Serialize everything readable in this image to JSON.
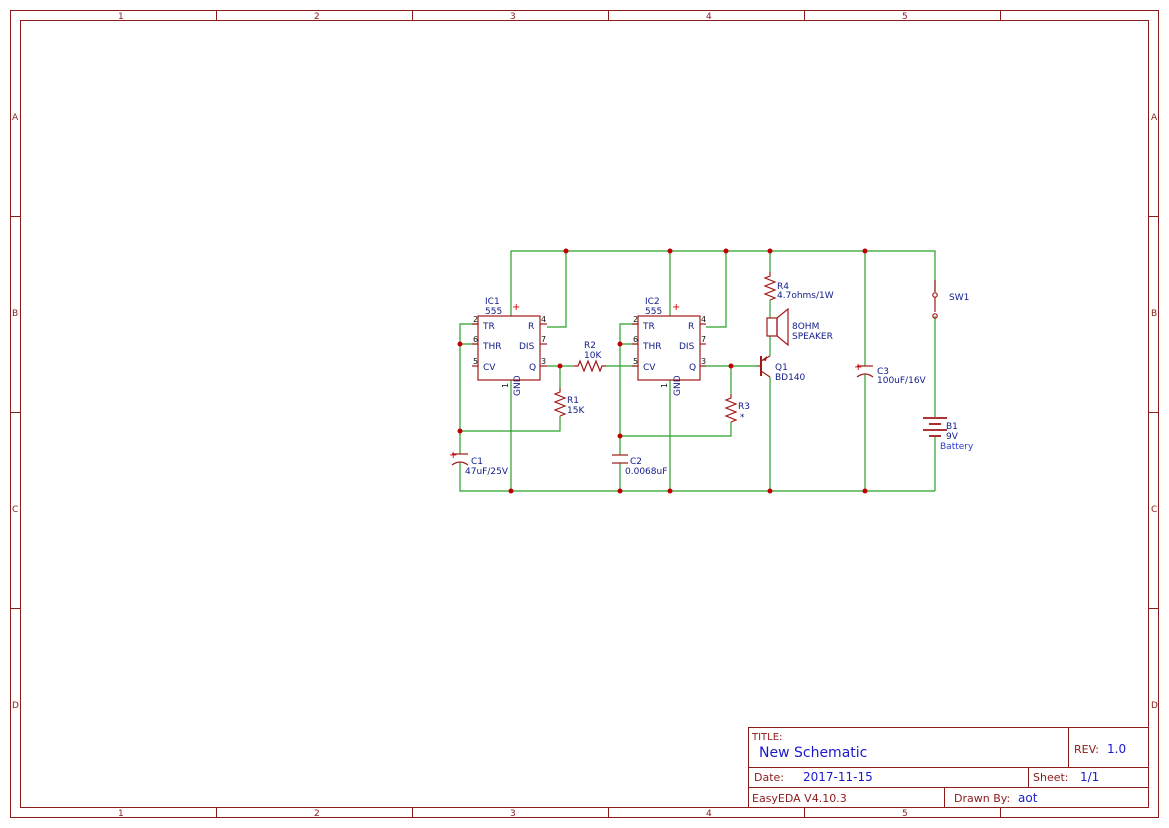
{
  "border": {
    "columns": [
      "1",
      "2",
      "3",
      "4",
      "5"
    ],
    "rows": [
      "A",
      "B",
      "C",
      "D"
    ]
  },
  "components": {
    "ic1": {
      "ref": "IC1",
      "value": "555",
      "pins": {
        "tr": "TR",
        "thr": "THR",
        "cv": "CV",
        "r": "R",
        "dis": "DIS",
        "q": "Q",
        "gnd": "GND"
      },
      "pin_numbers": {
        "tr": "2",
        "thr": "6",
        "cv": "5",
        "r": "4",
        "dis": "7",
        "q": "3",
        "gnd": "1"
      }
    },
    "ic2": {
      "ref": "IC2",
      "value": "555",
      "pins": {
        "tr": "TR",
        "thr": "THR",
        "cv": "CV",
        "r": "R",
        "dis": "DIS",
        "q": "Q",
        "gnd": "GND"
      },
      "pin_numbers": {
        "tr": "2",
        "thr": "6",
        "cv": "5",
        "r": "4",
        "dis": "7",
        "q": "3",
        "gnd": "1"
      }
    },
    "r1": {
      "ref": "R1",
      "value": "15K"
    },
    "r2": {
      "ref": "R2",
      "value": "10K"
    },
    "r3": {
      "ref": "R3",
      "value": "*"
    },
    "r4": {
      "ref": "R4",
      "value": "4.7ohms/1W"
    },
    "c1": {
      "ref": "C1",
      "value": "47uF/25V"
    },
    "c2": {
      "ref": "C2",
      "value": "0.0068uF"
    },
    "c3": {
      "ref": "C3",
      "value": "100uF/16V"
    },
    "q1": {
      "ref": "Q1",
      "value": "BD140"
    },
    "ls1": {
      "line1": "8OHM",
      "line2": "SPEAKER"
    },
    "sw1": {
      "ref": "SW1"
    },
    "b1": {
      "ref": "B1",
      "value": "9V",
      "type": "Battery"
    },
    "polarity_mark": "+"
  },
  "title_block": {
    "title_label": "TITLE:",
    "title": "New Schematic",
    "rev_label": "REV:",
    "rev": "1.0",
    "date_label": "Date:",
    "date": "2017-11-15",
    "sheet_label": "Sheet:",
    "sheet": "1/1",
    "software": "EasyEDA V4.10.3",
    "drawn_by_label": "Drawn By:",
    "drawn_by": "aot"
  }
}
